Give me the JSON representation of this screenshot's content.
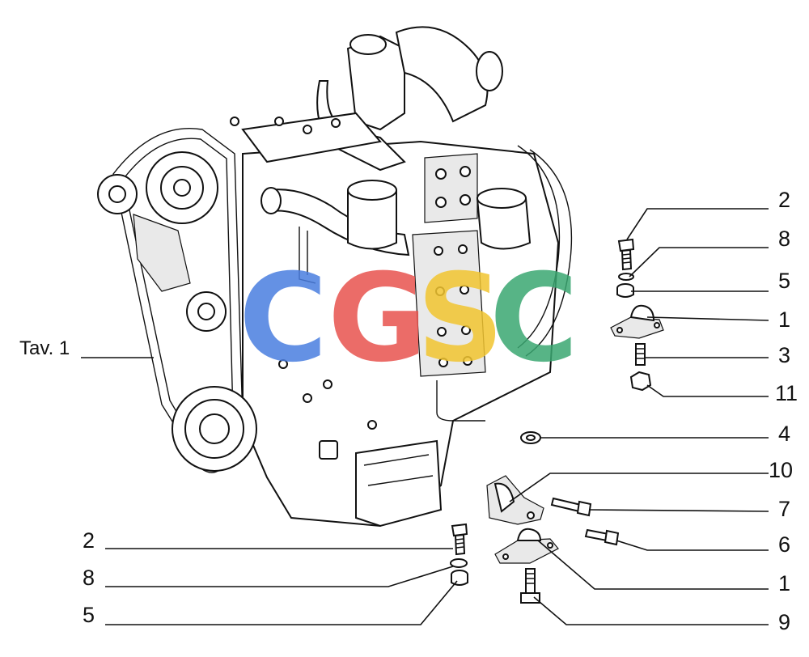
{
  "assembly_ref": "Tav. 1",
  "watermark": {
    "letters": [
      {
        "char": "C",
        "color": "#4a7ee0"
      },
      {
        "char": "G",
        "color": "#e8534e"
      },
      {
        "char": "S",
        "color": "#f2c530"
      },
      {
        "char": "C",
        "color": "#3aa771"
      }
    ]
  },
  "callouts": [
    {
      "id": "c-2-upper",
      "label": "2"
    },
    {
      "id": "c-8-upper",
      "label": "8"
    },
    {
      "id": "c-5-upper",
      "label": "5"
    },
    {
      "id": "c-1-upper",
      "label": "1"
    },
    {
      "id": "c-3",
      "label": "3"
    },
    {
      "id": "c-11",
      "label": "11"
    },
    {
      "id": "c-4",
      "label": "4"
    },
    {
      "id": "c-10",
      "label": "10"
    },
    {
      "id": "c-7",
      "label": "7"
    },
    {
      "id": "c-6",
      "label": "6"
    },
    {
      "id": "c-1-lower",
      "label": "1"
    },
    {
      "id": "c-9",
      "label": "9"
    },
    {
      "id": "c-2-lower",
      "label": "2"
    },
    {
      "id": "c-8-lower",
      "label": "8"
    },
    {
      "id": "c-5-lower",
      "label": "5"
    }
  ]
}
